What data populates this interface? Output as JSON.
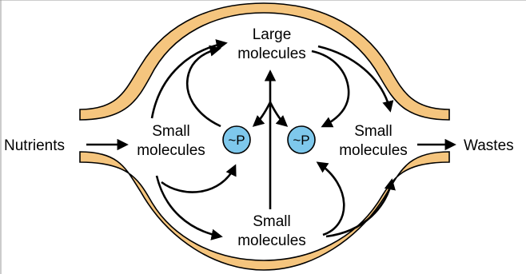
{
  "labels": {
    "nutrients": "Nutrients",
    "wastes": "Wastes",
    "large_top": "Large",
    "large_bottom": "molecules",
    "small_left_top": "Small",
    "small_left_bottom": "molecules",
    "small_right_top": "Small",
    "small_right_bottom": "molecules",
    "small_mid_top": "Small",
    "small_mid_bottom": "molecules",
    "phosphate_left": "~P",
    "phosphate_right": "~P"
  },
  "colors": {
    "membrane_fill": "#f5c57e",
    "membrane_stroke": "#000000",
    "phosphate_fill": "#7ec8ec",
    "arrow": "#000000"
  }
}
